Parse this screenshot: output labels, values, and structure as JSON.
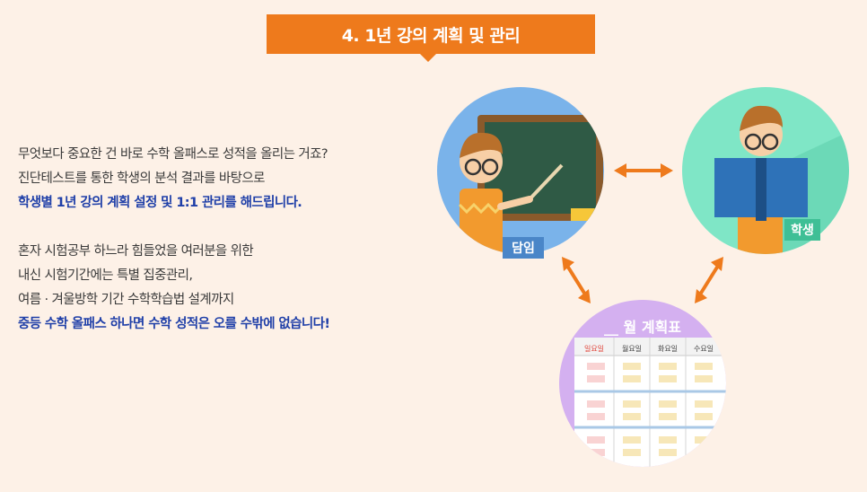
{
  "banner": {
    "title": "4. 1년 강의 계획 및 관리"
  },
  "intro": {
    "lines": [
      "무엇보다 중요한 건 바로 수학 올패스로 성적을 올리는 거죠?",
      "진단테스트를 통한 학생의 분석 결과를 바탕으로",
      "학생별 1년 강의 계획 설정 및 1:1 관리를 해드립니다."
    ]
  },
  "outro": {
    "lines": [
      "혼자 시험공부 하느라 힘들었을 여러분을 위한",
      "내신 시험기간에는 특별 집중관리,",
      "여름 · 겨울방학 기간 수학학습법 설계까지",
      "중등 수학 올패스 하나면 수학 성적은 오를 수밖에 없습니다!"
    ]
  },
  "diagram": {
    "teacher_label": "담임",
    "student_label": "학생",
    "plan_title": "__ 월 계획표",
    "weekdays": [
      "일요일",
      "월요일",
      "화요일",
      "수요일"
    ]
  },
  "colors": {
    "accent_orange": "#ee7a1c",
    "emphasis_blue": "#1f3fa8",
    "teacher_circle": "#7ab3ea",
    "student_circle": "#7fe6c6",
    "plan_circle": "#d4b0f0",
    "background": "#fdf1e7"
  }
}
